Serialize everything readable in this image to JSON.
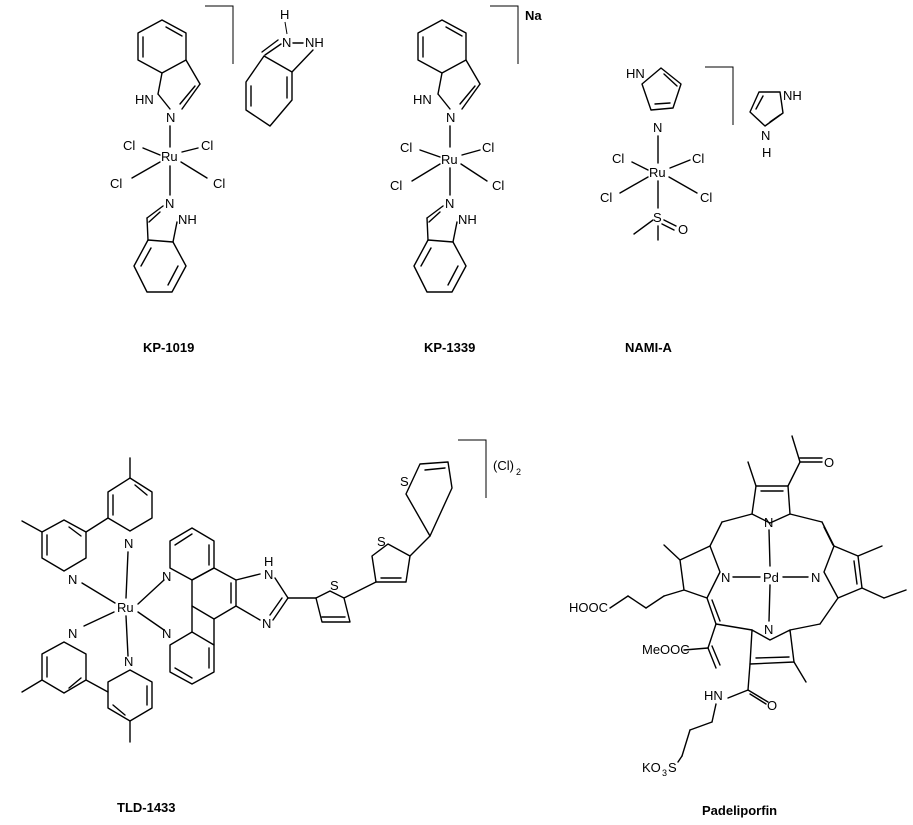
{
  "compounds": [
    {
      "name": "KP-1019",
      "labels": {
        "cl1": "Cl",
        "cl2": "Cl",
        "cl3": "Cl",
        "cl4": "Cl",
        "metal": "Ru",
        "nh_top": "HN",
        "n_top": "N",
        "n_bot": "N",
        "nh_bot": "NH",
        "cation_h": "H",
        "cation_n1": "N",
        "cation_nh": "NH"
      }
    },
    {
      "name": "KP-1339",
      "counter_ion": "Na",
      "labels": {
        "cl1": "Cl",
        "cl2": "Cl",
        "cl3": "Cl",
        "cl4": "Cl",
        "metal": "Ru",
        "nh_top": "HN",
        "n_top": "N",
        "n_bot": "N",
        "nh_bot": "NH"
      }
    },
    {
      "name": "NAMI-A",
      "labels": {
        "cl1": "Cl",
        "cl2": "Cl",
        "cl3": "Cl",
        "cl4": "Cl",
        "metal": "Ru",
        "s": "S",
        "o": "O",
        "n_top": "N",
        "nh_top": "HN",
        "cation_nh": "NH",
        "cation_n_bottom": "N",
        "cation_h_bottom": "H"
      }
    },
    {
      "name": "TLD-1433",
      "counter_ion": "(Cl)",
      "counter_ion_sub": "2",
      "labels": {
        "metal": "Ru",
        "n": "N",
        "s": "S",
        "nh_h": "H",
        "nh_n": "N"
      }
    },
    {
      "name": "Padeliporfin",
      "labels": {
        "metal": "Pd",
        "n": "N",
        "o": "O",
        "hooc": "HOOC",
        "meooc": "MeOOC",
        "hn": "HN",
        "ko3s_k": "KO",
        "ko3s_sub": "3",
        "ko3s_s": "S"
      }
    }
  ]
}
